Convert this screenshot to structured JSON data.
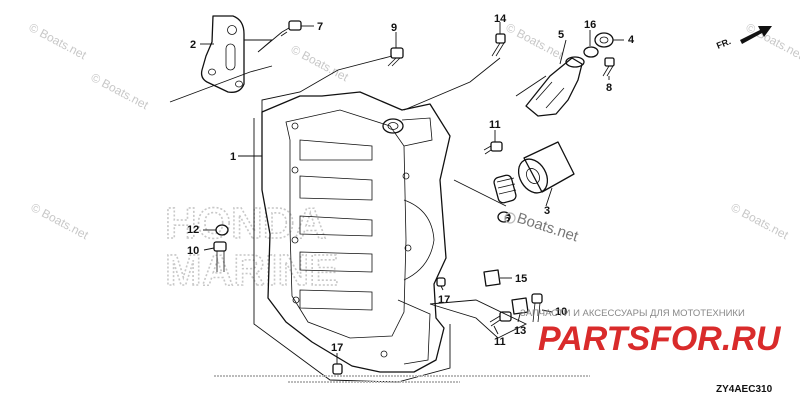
{
  "callouts": [
    {
      "id": "1",
      "label": "1"
    },
    {
      "id": "2",
      "label": "2"
    },
    {
      "id": "3",
      "label": "3"
    },
    {
      "id": "4",
      "label": "4"
    },
    {
      "id": "5",
      "label": "5"
    },
    {
      "id": "6",
      "label": "6"
    },
    {
      "id": "7",
      "label": "7"
    },
    {
      "id": "8",
      "label": "8"
    },
    {
      "id": "9",
      "label": "9"
    },
    {
      "id": "10a",
      "label": "10"
    },
    {
      "id": "10b",
      "label": "10"
    },
    {
      "id": "11a",
      "label": "11"
    },
    {
      "id": "11b",
      "label": "11"
    },
    {
      "id": "12",
      "label": "12"
    },
    {
      "id": "13",
      "label": "13"
    },
    {
      "id": "14",
      "label": "14"
    },
    {
      "id": "15",
      "label": "15"
    },
    {
      "id": "16",
      "label": "16"
    },
    {
      "id": "17a",
      "label": "17"
    },
    {
      "id": "17b",
      "label": "17"
    }
  ],
  "watermarks": {
    "boats_text": "© Boats.net",
    "boats_center_text": "Boats.net",
    "honda_ghost": "HONDA",
    "marine_ghost": "MARINE",
    "brand_ru": "PARTSFOR.RU",
    "brand_sub": "ЗАПЧАСТИ И АКСЕССУАРЫ ДЛЯ МОТОТЕХНИКИ"
  },
  "direction_label": "FR.",
  "diagram_code": "ZY4AEC310",
  "colors": {
    "line": "#111111",
    "watermark": "#c8c8c8",
    "brand": "#d92b2b"
  }
}
